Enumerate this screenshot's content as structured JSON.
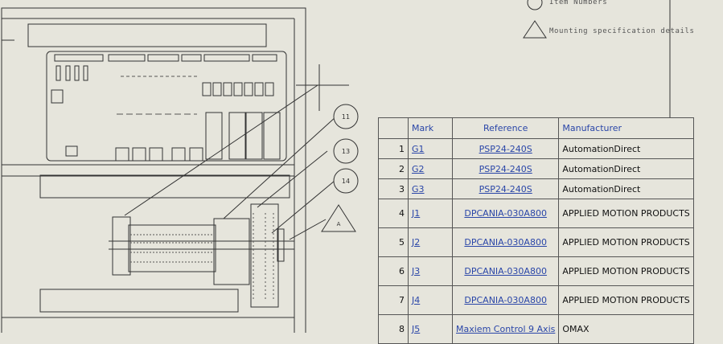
{
  "legend": {
    "item_numbers": "Item Numbers",
    "mounting_spec": "Mounting specification details",
    "triangle_symbol": "A"
  },
  "balloons": [
    "11",
    "13",
    "14"
  ],
  "bom": {
    "headers": {
      "mark": "Mark",
      "reference": "Reference",
      "manufacturer": "Manufacturer"
    },
    "rows": [
      {
        "num": "1",
        "mark": "G1",
        "reference": "PSP24-240S",
        "manufacturer": "AutomationDirect"
      },
      {
        "num": "2",
        "mark": "G2",
        "reference": "PSP24-240S",
        "manufacturer": "AutomationDirect"
      },
      {
        "num": "3",
        "mark": "G3",
        "reference": "PSP24-240S",
        "manufacturer": "AutomationDirect"
      },
      {
        "num": "4",
        "mark": "J1",
        "reference": "DPCANIA-030A800",
        "manufacturer": "APPLIED MOTION PRODUCTS"
      },
      {
        "num": "5",
        "mark": "J2",
        "reference": "DPCANIA-030A800",
        "manufacturer": "APPLIED MOTION PRODUCTS"
      },
      {
        "num": "6",
        "mark": "J3",
        "reference": "DPCANIA-030A800",
        "manufacturer": "APPLIED MOTION PRODUCTS"
      },
      {
        "num": "7",
        "mark": "J4",
        "reference": "DPCANIA-030A800",
        "manufacturer": "APPLIED MOTION PRODUCTS"
      },
      {
        "num": "8",
        "mark": "J5",
        "reference": "Maxiem Control 9 Axis",
        "manufacturer": "OMAX"
      }
    ]
  }
}
